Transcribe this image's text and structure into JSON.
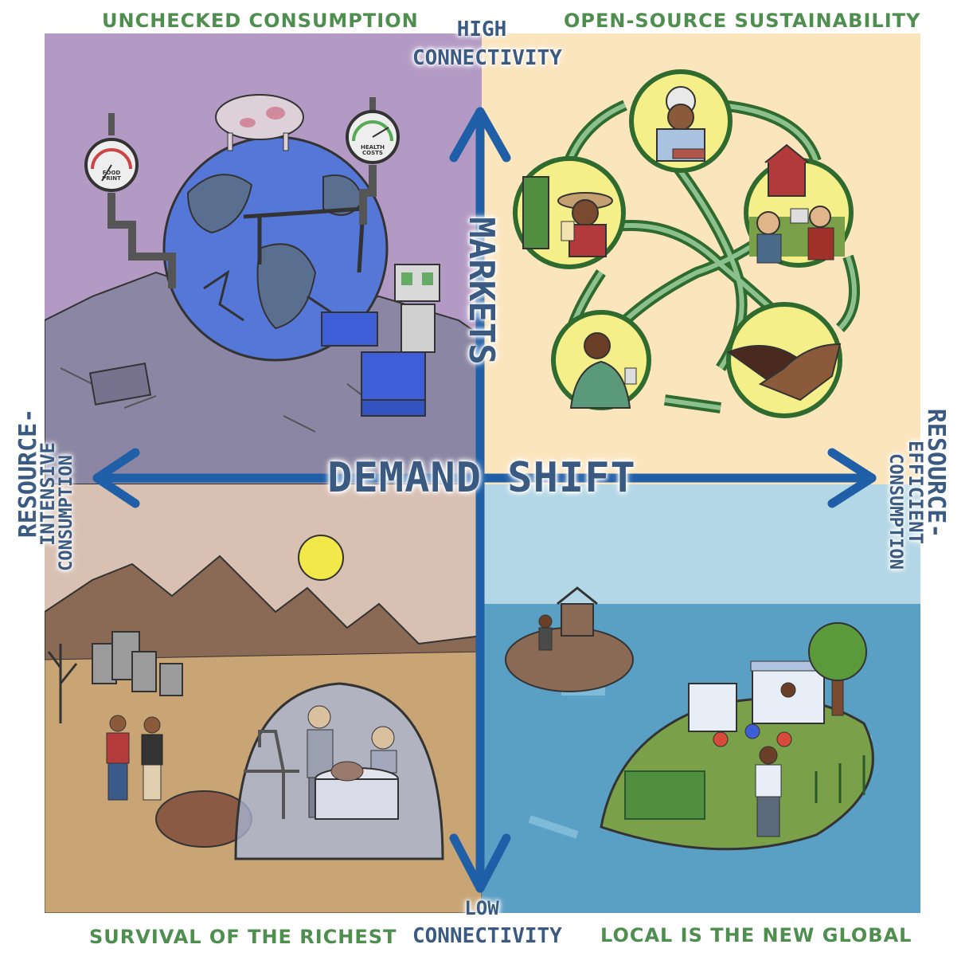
{
  "scenarios": {
    "top_left": "UNCHECKED CONSUMPTION",
    "top_right": "OPEN-SOURCE SUSTAINABILITY",
    "bottom_left": "SURVIVAL OF THE RICHEST",
    "bottom_right": "LOCAL IS THE NEW GLOBAL"
  },
  "vertical_axis": {
    "label": "MARKETS",
    "top_line1": "HIGH",
    "top_line2": "CONNECTIVITY",
    "bottom_line1": "LOW",
    "bottom_line2": "CONNECTIVITY"
  },
  "horizontal_axis": {
    "label": "DEMAND SHIFT",
    "left_line1": "RESOURCE-",
    "left_line2": "INTENSIVE",
    "left_line3": "CONSUMPTION",
    "right_line1": "RESOURCE-",
    "right_line2": "EFFICIENT",
    "right_line3": "CONSUMPTION"
  },
  "gauges": {
    "left_label": "FOOD PRINT",
    "right_label": "HEALTH COSTS"
  },
  "colors": {
    "top_left_bg": "#b39ac4",
    "top_right_bg": "#fbe5bd",
    "bottom_left_bg": "#d8c0b3",
    "bottom_right_bg": "#b3d7e6",
    "axis_arrow": "#1f5fa8",
    "scenario_text": "#4e8e4e",
    "axis_text": "#3a5a82"
  }
}
